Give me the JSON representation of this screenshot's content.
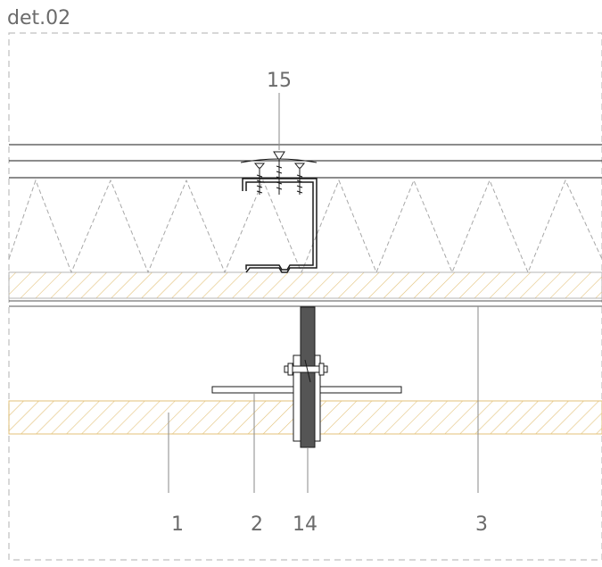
{
  "drawing": {
    "title": "det.02",
    "labels": {
      "l1": "1",
      "l2": "2",
      "l3": "3",
      "l14": "14",
      "l15": "15"
    }
  },
  "colors": {
    "line": "#1a1a1a",
    "frame": "#bfbfbf",
    "insulation": "#a8a8a8",
    "hatch": "#e3c27a",
    "bolt": "#555555",
    "label": "#6b6b6b"
  }
}
